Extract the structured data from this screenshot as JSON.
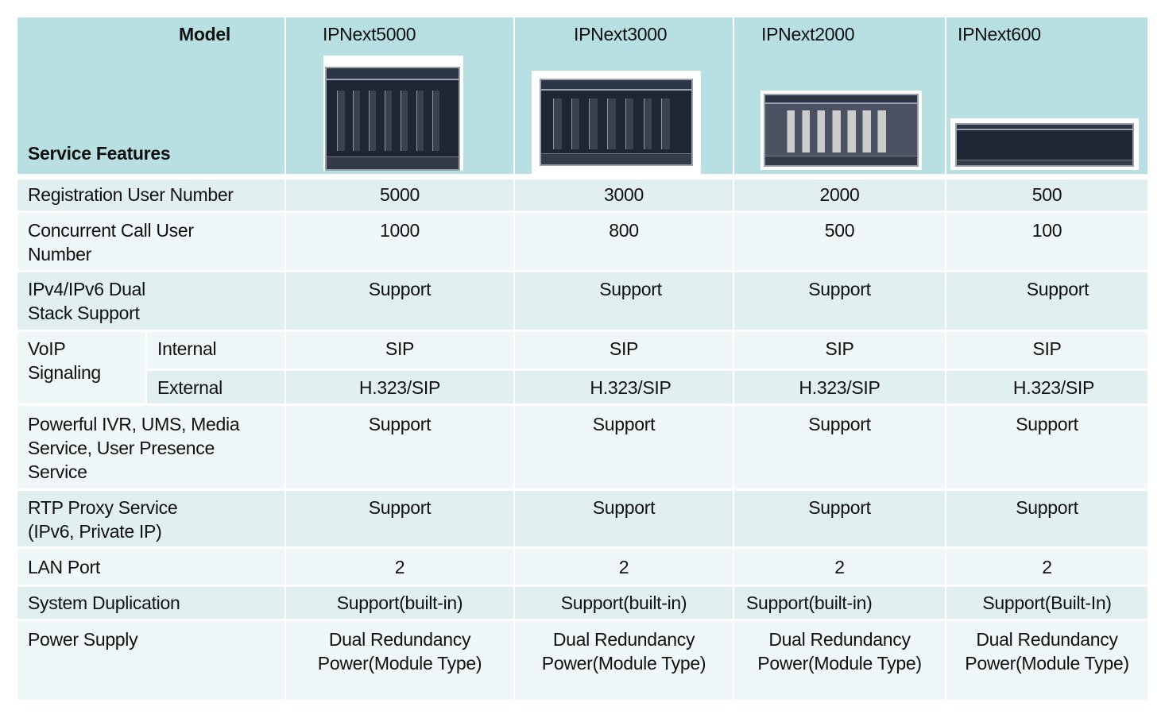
{
  "header": {
    "model_label": "Model",
    "features_label": "Service Features",
    "models": [
      "IPNext5000",
      "IPNext3000",
      "IPNext2000",
      "IPNext600"
    ]
  },
  "rows": {
    "registration": {
      "label": "Registration User Number",
      "values": [
        "5000",
        "3000",
        "2000",
        "500"
      ]
    },
    "concurrent": {
      "label": "Concurrent Call User Number",
      "values": [
        "1000",
        "800",
        "500",
        "100"
      ]
    },
    "ipv": {
      "label": "IPv4/IPv6 Dual Stack Support",
      "values": [
        "Support",
        "Support",
        "Support",
        "Support"
      ]
    },
    "voip": {
      "label": "VoIP Signaling",
      "internal": {
        "label": "Internal",
        "values": [
          "SIP",
          "SIP",
          "SIP",
          "SIP"
        ]
      },
      "external": {
        "label": "External",
        "values": [
          "H.323/SIP",
          "H.323/SIP",
          "H.323/SIP",
          "H.323/SIP"
        ]
      }
    },
    "ivr": {
      "label": "Powerful IVR, UMS, Media Service, User Presence Service",
      "values": [
        "Support",
        "Support",
        "Support",
        "Support"
      ]
    },
    "rtp": {
      "label": "RTP Proxy Service (IPv6, Private IP)",
      "values": [
        "Support",
        "Support",
        "Support",
        "Support"
      ]
    },
    "lan": {
      "label": "LAN Port",
      "values": [
        "2",
        "2",
        "2",
        "2"
      ]
    },
    "dup": {
      "label": "System Duplication",
      "values": [
        "Support(built-in)",
        "Support(built-in)",
        "Support(built-in)",
        "Support(Built-In)"
      ]
    },
    "power": {
      "label": "Power Supply",
      "values": [
        "Dual Redundancy Power(Module Type)",
        "Dual Redundancy Power(Module Type)",
        "Dual Redundancy Power(Module Type)",
        "Dual Redundancy Power(Module Type)"
      ]
    }
  }
}
